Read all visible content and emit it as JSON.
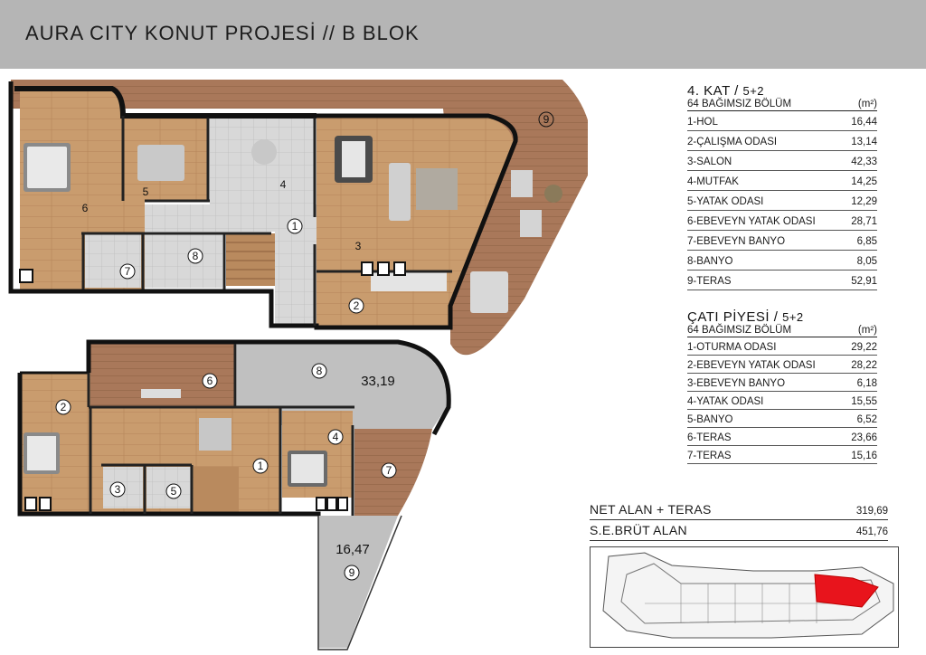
{
  "header": {
    "title": "AURA CITY KONUT PROJESİ // B BLOK"
  },
  "floor_4": {
    "heading": "4. KAT /",
    "type": "5+2",
    "units_label": "64 BAĞIMSIZ BÖLÜM",
    "unit": "(m²)",
    "rooms": [
      {
        "label": "1-HOL",
        "area": "16,44"
      },
      {
        "label": "2-ÇALIŞMA ODASI",
        "area": "13,14"
      },
      {
        "label": "3-SALON",
        "area": "42,33"
      },
      {
        "label": "4-MUTFAK",
        "area": "14,25"
      },
      {
        "label": "5-YATAK ODASI",
        "area": "12,29"
      },
      {
        "label": "6-EBEVEYN YATAK ODASI",
        "area": "28,71"
      },
      {
        "label": "7-EBEVEYN BANYO",
        "area": "6,85"
      },
      {
        "label": "8-BANYO",
        "area": "8,05"
      },
      {
        "label": "9-TERAS",
        "area": "52,91"
      }
    ],
    "plan_numbers": [
      "1",
      "2",
      "3",
      "4",
      "5",
      "6",
      "7",
      "8",
      "9"
    ]
  },
  "roof": {
    "heading": "ÇATI PİYESİ /",
    "type": "5+2",
    "units_label": "64 BAĞIMSIZ BÖLÜM",
    "unit": "(m²)",
    "rooms": [
      {
        "label": "1-OTURMA ODASI",
        "area": "29,22"
      },
      {
        "label": "2-EBEVEYN YATAK ODASI",
        "area": "28,22"
      },
      {
        "label": "3-EBEVEYN BANYO",
        "area": "6,18"
      },
      {
        "label": "4-YATAK ODASI",
        "area": "15,55"
      },
      {
        "label": "5-BANYO",
        "area": "6,52"
      },
      {
        "label": "6-TERAS",
        "area": "23,66"
      },
      {
        "label": "7-TERAS",
        "area": "15,16"
      }
    ],
    "plan_numbers": [
      "1",
      "2",
      "3",
      "4",
      "5",
      "6",
      "7",
      "8",
      "9"
    ],
    "plan_areas": {
      "room_8": "33,19",
      "room_9": "16,47"
    }
  },
  "totals": [
    {
      "label": "NET ALAN + TERAS",
      "value": "319,69"
    },
    {
      "label": "S.E.BRÜT ALAN",
      "value": "451,76"
    }
  ],
  "colors": {
    "header": "#b5b5b5",
    "wood": "#c79a6c",
    "terrace": "#a87654",
    "wall": "#111111",
    "tile": "#d4d4d4",
    "highlight": "#e8141c"
  }
}
